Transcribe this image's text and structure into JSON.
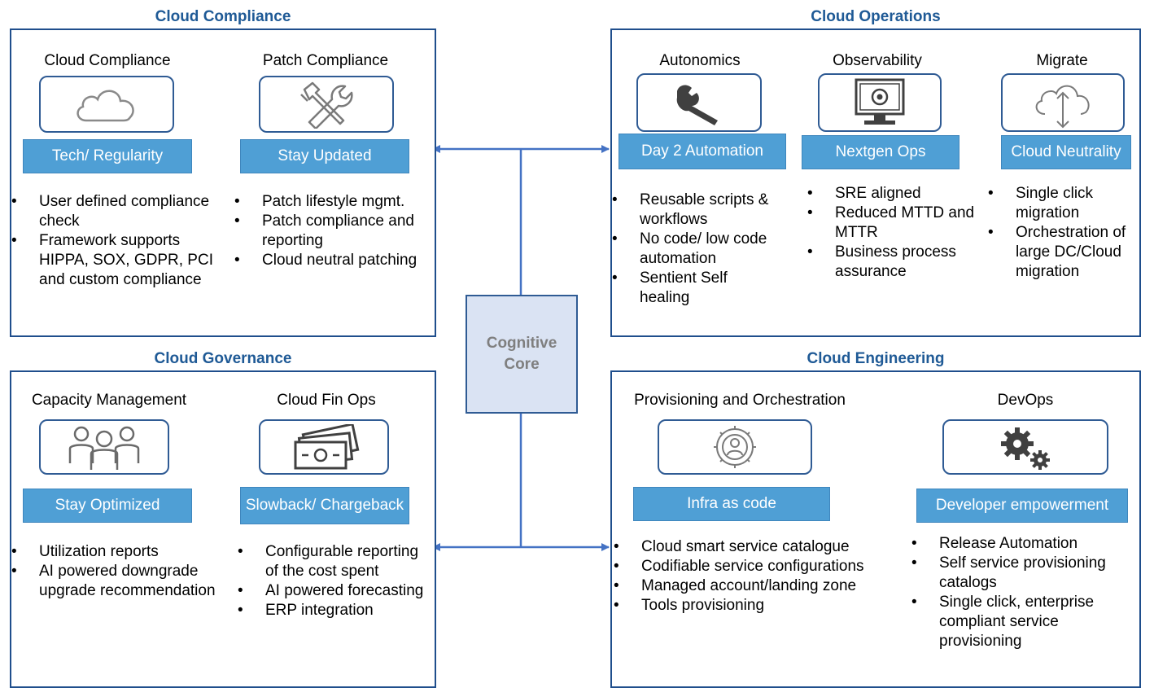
{
  "core": {
    "line1": "Cognitive",
    "line2": "Core"
  },
  "compliance": {
    "title": "Cloud Compliance",
    "panels": [
      {
        "title": "Cloud Compliance",
        "icon": "cloud-icon",
        "banner": "Tech/ Regularity",
        "bullets": [
          "User defined compliance check",
          "Framework supports HIPPA, SOX, GDPR, PCI and custom compliance"
        ]
      },
      {
        "title": "Patch Compliance",
        "icon": "tools-icon",
        "banner": "Stay Updated",
        "bullets": [
          "Patch lifestyle mgmt.",
          "Patch compliance and reporting",
          "Cloud neutral patching"
        ]
      }
    ]
  },
  "operations": {
    "title": "Cloud Operations",
    "panels": [
      {
        "title": "Autonomics",
        "icon": "wrench-icon",
        "banner": "Day 2 Automation",
        "bullets": [
          "Reusable scripts & workflows",
          "No code/ low code automation",
          "Sentient Self healing"
        ]
      },
      {
        "title": "Observability",
        "icon": "monitor-icon",
        "banner": "Nextgen Ops",
        "bullets": [
          "SRE aligned",
          "Reduced MTTD and MTTR",
          "Business process assurance"
        ]
      },
      {
        "title": "Migrate",
        "icon": "cloud-transfer-icon",
        "banner": "Cloud Neutrality",
        "bullets": [
          "Single click migration",
          "Orchestration of large DC/Cloud migration"
        ]
      }
    ]
  },
  "governance": {
    "title": "Cloud Governance",
    "panels": [
      {
        "title": "Capacity Management",
        "icon": "people-icon",
        "banner": "Stay Optimized",
        "bullets": [
          "Utilization reports",
          "AI powered downgrade upgrade recommendation"
        ]
      },
      {
        "title": "Cloud Fin Ops",
        "icon": "money-icon",
        "banner": "Slowback/ Chargeback",
        "bullets": [
          "Configurable reporting of the cost spent",
          "AI powered forecasting",
          "ERP integration"
        ]
      }
    ]
  },
  "engineering": {
    "title": "Cloud Engineering",
    "panels": [
      {
        "title": "Provisioning and Orchestration",
        "icon": "gear-person-icon",
        "banner": "Infra as code",
        "bullets": [
          "Cloud smart service catalogue",
          "Codifiable service configurations",
          "Managed account/landing zone",
          "Tools provisioning"
        ]
      },
      {
        "title": "DevOps",
        "icon": "gears-icon",
        "banner": "Developer empowerment",
        "bullets": [
          "Release Automation",
          "Self service provisioning catalogs",
          "Single click, enterprise compliant service provisioning"
        ]
      }
    ]
  }
}
